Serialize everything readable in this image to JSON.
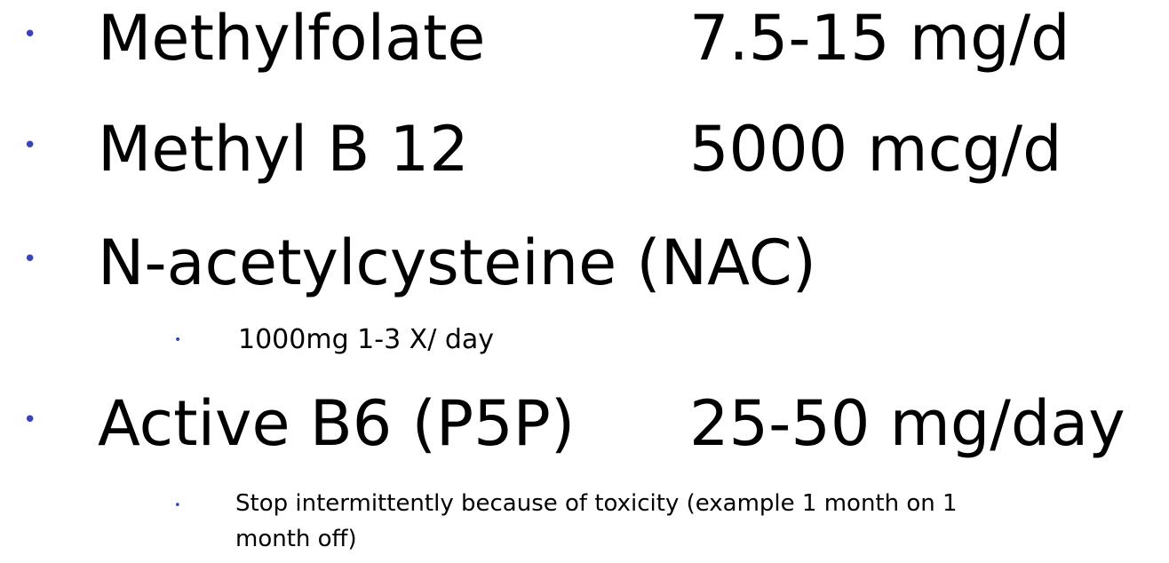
{
  "slide": {
    "items": [
      {
        "name": "Methylfolate",
        "dose": "7.5-15 mg/d"
      },
      {
        "name": "Methyl B 12",
        "dose": "5000 mcg/d"
      },
      {
        "name": "N-acetylcysteine (NAC)",
        "dose": "",
        "sub": "1000mg 1-3 X/ day"
      },
      {
        "name": "Active B6 (P5P)",
        "dose": "25-50 mg/day",
        "sub_line1": "Stop intermittently because of toxicity  (example 1 month on 1",
        "sub_line2": "month off)"
      }
    ],
    "bullet_color": "#3a44b8",
    "text_color": "#000000"
  }
}
